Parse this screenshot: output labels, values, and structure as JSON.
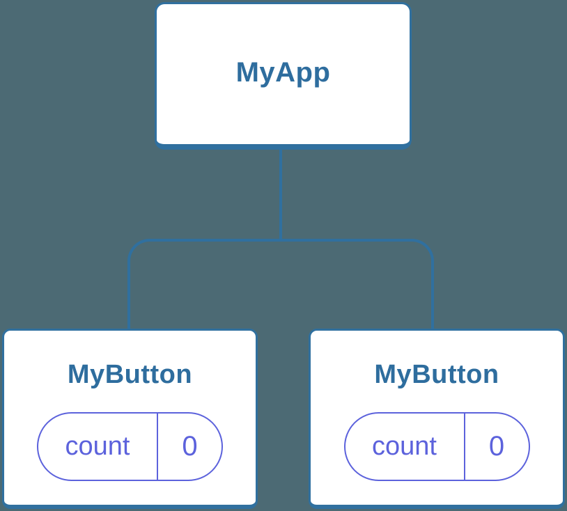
{
  "palette": {
    "canvas_background": "#4C6A74",
    "node_fill": "#FFFFFF",
    "node_border": "#30709F",
    "node_text": "#2E6D9E",
    "connector": "#30709F",
    "state_accent": "#5C62DC"
  },
  "tree": {
    "root": {
      "label": "MyApp"
    },
    "children": [
      {
        "label": "MyButton",
        "state": {
          "name": "count",
          "value": "0"
        }
      },
      {
        "label": "MyButton",
        "state": {
          "name": "count",
          "value": "0"
        }
      }
    ]
  }
}
